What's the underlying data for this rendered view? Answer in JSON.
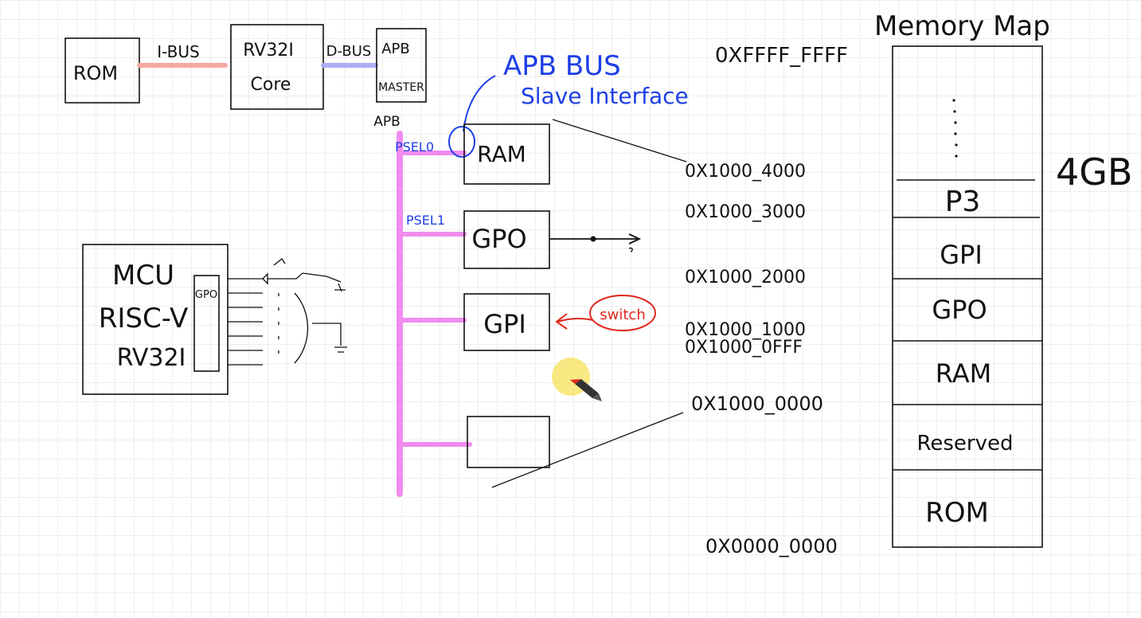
{
  "colors": {
    "ink": "#111111",
    "pink": "#f08cf0",
    "red_bus": "#f4a8a0",
    "blue_bus": "#a9aef2",
    "blue_ink": "#1d3fe6",
    "red_ink": "#e0281c",
    "cursor": "#f5e15a"
  },
  "top_row": {
    "rom": "ROM",
    "ibus": "I-BUS",
    "core_line1": "RV32I",
    "core_line2": "Core",
    "dbus": "D-BUS",
    "apb_line1": "APB",
    "apb_line2": "MASTER",
    "apb_tag": "APB"
  },
  "apb_annotation": {
    "line1": "APB BUS",
    "line2": "Slave Interface"
  },
  "peripherals": {
    "psel0": "PSEL0",
    "psel1": "PSEL1",
    "ram": "RAM",
    "gpo": "GPO",
    "gpi": "GPI",
    "switch": "switch"
  },
  "mcu": {
    "line1": "MCU",
    "line2": "RISC-V",
    "line3": "RV32I",
    "port": "GPO"
  },
  "addresses": {
    "top": "0XFFFF_FFFF",
    "a4000": "0X1000_4000",
    "a3000": "0X1000_3000",
    "a2000": "0X1000_2000",
    "a1000": "0X1000_1000",
    "a0fff": "0X1000_0FFF",
    "a0000": "0X1000_0000",
    "bottom": "0X0000_0000"
  },
  "memory_map": {
    "title": "Memory Map",
    "size": "4GB",
    "regions": [
      "P3",
      "GPI",
      "GPO",
      "RAM",
      "Reserved",
      "ROM"
    ]
  }
}
